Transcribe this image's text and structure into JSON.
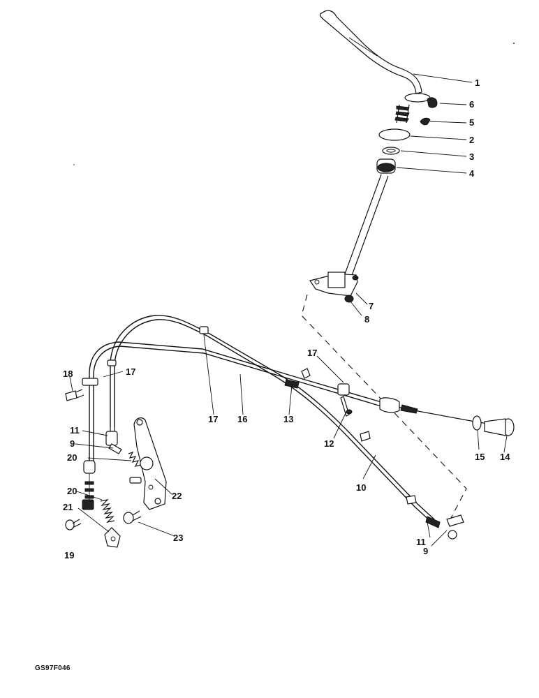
{
  "diagram": {
    "reference_code": "GS97F046",
    "labels": [
      {
        "id": "lbl-1",
        "text": "1"
      },
      {
        "id": "lbl-6",
        "text": "6"
      },
      {
        "id": "lbl-5",
        "text": "5"
      },
      {
        "id": "lbl-2",
        "text": "2"
      },
      {
        "id": "lbl-3",
        "text": "3"
      },
      {
        "id": "lbl-4",
        "text": "4"
      },
      {
        "id": "lbl-7",
        "text": "7"
      },
      {
        "id": "lbl-8",
        "text": "8"
      },
      {
        "id": "lbl-17a",
        "text": "17"
      },
      {
        "id": "lbl-18",
        "text": "18"
      },
      {
        "id": "lbl-17b",
        "text": "17"
      },
      {
        "id": "lbl-17c",
        "text": "17"
      },
      {
        "id": "lbl-16",
        "text": "16"
      },
      {
        "id": "lbl-13",
        "text": "13"
      },
      {
        "id": "lbl-12",
        "text": "12"
      },
      {
        "id": "lbl-11a",
        "text": "11"
      },
      {
        "id": "lbl-9a",
        "text": "9"
      },
      {
        "id": "lbl-20a",
        "text": "20"
      },
      {
        "id": "lbl-22",
        "text": "22"
      },
      {
        "id": "lbl-20b",
        "text": "20"
      },
      {
        "id": "lbl-21",
        "text": "21"
      },
      {
        "id": "lbl-19",
        "text": "19"
      },
      {
        "id": "lbl-23",
        "text": "23"
      },
      {
        "id": "lbl-10",
        "text": "10"
      },
      {
        "id": "lbl-15",
        "text": "15"
      },
      {
        "id": "lbl-14",
        "text": "14"
      },
      {
        "id": "lbl-11b",
        "text": "11"
      },
      {
        "id": "lbl-9b",
        "text": "9"
      }
    ]
  }
}
